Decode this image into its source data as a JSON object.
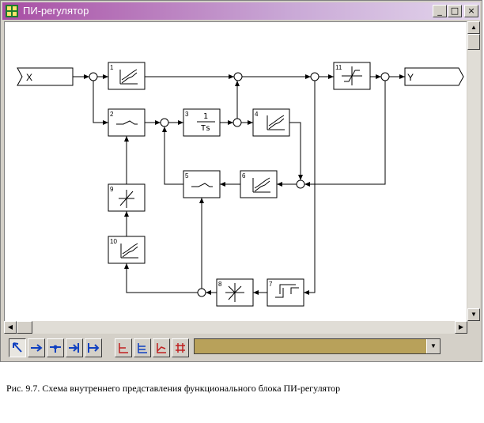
{
  "window": {
    "title": "ПИ-регулятор",
    "minimize_label": "_",
    "maximize_label": "□",
    "close_label": "×",
    "accent": "#a84ea4"
  },
  "diagram": {
    "input_label": "X",
    "output_label": "Y",
    "block_numbers": [
      "1",
      "2",
      "3",
      "4",
      "5",
      "6",
      "7",
      "8",
      "9",
      "10",
      "11"
    ],
    "integrator_numerator": "1",
    "integrator_denominator": "Ts"
  },
  "toolbar": {
    "tools": [
      {
        "name": "select-arrow-icon"
      },
      {
        "name": "link-arrow-icon"
      },
      {
        "name": "branch-point-icon"
      },
      {
        "name": "link-to-bar-icon"
      },
      {
        "name": "bar-link-icon"
      },
      {
        "name": "chart-axes-icon"
      },
      {
        "name": "chart-multi-icon"
      },
      {
        "name": "chart-curve-icon"
      },
      {
        "name": "grid-icon"
      }
    ],
    "combo_color": "#b8a15a"
  },
  "caption": "Рис. 9.7. Схема внутреннего представления функционального блока ПИ-регулятор"
}
